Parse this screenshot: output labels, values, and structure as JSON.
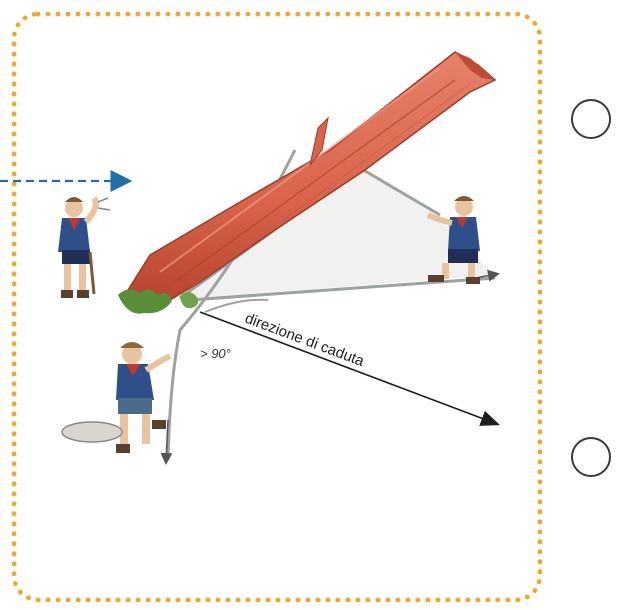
{
  "diagram": {
    "direction_label": "direzione di caduta",
    "angle_label": "> 90°"
  },
  "colors": {
    "frame": "#f5a623",
    "guide_arrow": "#1f6fa8",
    "trunk": "#d9634a",
    "trunk_dark": "#b4422d",
    "rope": "#9aa3a0",
    "scout_shirt": "#2f4f8a",
    "scout_neckerchief": "#c0392b",
    "foliage": "#5a8f3a"
  },
  "icons": [
    "scout-figure",
    "tree-trunk",
    "rope",
    "arrow"
  ]
}
